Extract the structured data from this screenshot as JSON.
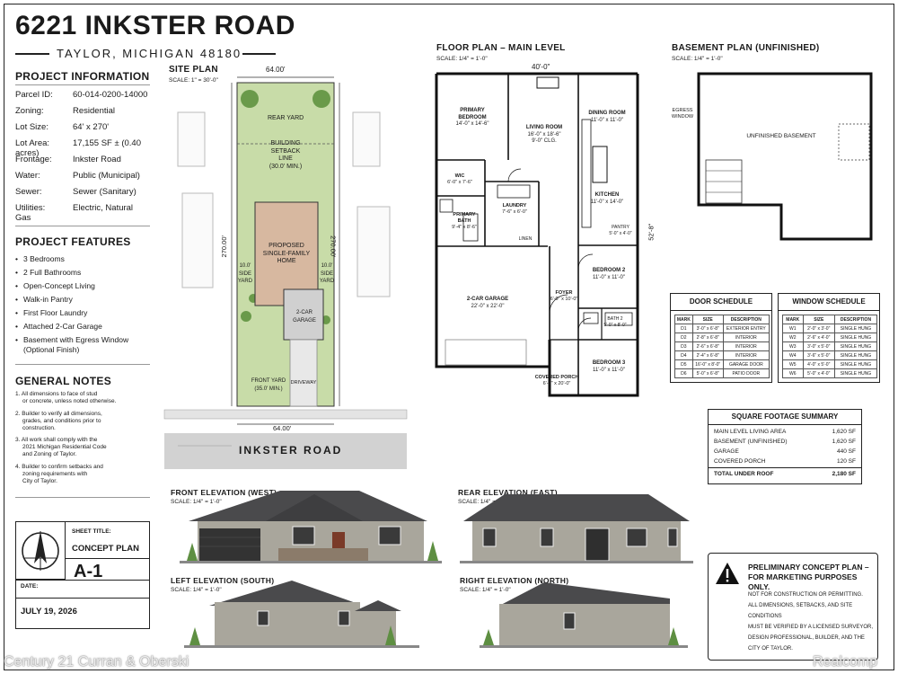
{
  "header": {
    "title": "6221 INKSTER ROAD",
    "subtitle": "TAYLOR, MICHIGAN 48180"
  },
  "project_info": {
    "heading": "PROJECT INFORMATION",
    "rows": [
      {
        "k": "Parcel ID:",
        "v": "60-014-0200-14000"
      },
      {
        "k": "Zoning:",
        "v": "Residential"
      },
      {
        "k": "Lot Size:",
        "v": "64' x 270'"
      },
      {
        "k": "Lot Area:",
        "v": "17,155 SF ± (0.40 acres)"
      },
      {
        "k": "Frontage:",
        "v": "Inkster Road"
      },
      {
        "k": "Water:",
        "v": "Public (Municipal)"
      },
      {
        "k": "Sewer:",
        "v": "Sewer (Sanitary)"
      },
      {
        "k": "Utilities:",
        "v": "Electric, Natural Gas"
      }
    ]
  },
  "project_features": {
    "heading": "PROJECT FEATURES",
    "items": [
      "3 Bedrooms",
      "2 Full Bathrooms",
      "Open-Concept Living",
      "Walk-in Pantry",
      "First Floor Laundry",
      "Attached 2-Car Garage",
      "Basement with Egress Window",
      "(Optional Finish)"
    ]
  },
  "general_notes": {
    "heading": "GENERAL NOTES",
    "items": [
      "1. All dimensions to face of stud",
      "   or concrete, unless noted otherwise.",
      "2. Builder to verify all dimensions,",
      "   grades, and conditions prior to",
      "   construction.",
      "3. All work shall comply with the",
      "   2021 Michigan Residential Code",
      "   and Zoning of Taylor.",
      "4. Builder to confirm setbacks and",
      "   zoning requirements with",
      "   City of Taylor."
    ]
  },
  "title_block": {
    "sheet_title_label": "SHEET TITLE:",
    "sheet_title": "CONCEPT PLAN",
    "sheet_no": "A-1",
    "date_label": "DATE:",
    "date": "JULY 19, 2026"
  },
  "site_plan": {
    "heading": "SITE PLAN",
    "scale": "SCALE: 1\" = 30'-0\"",
    "width_top": "64.00'",
    "width_bottom": "64.00'",
    "depth_left": "270.00'",
    "depth_right": "270.00'",
    "rear_yard": "REAR YARD",
    "setback_1": "BUILDING",
    "setback_2": "SETBACK LINE",
    "setback_3": "(30.0' MIN.)",
    "home_1": "PROPOSED",
    "home_2": "SINGLE-FAMILY HOME",
    "side_left_1": "10.0'",
    "side_left_2": "SIDE",
    "side_left_3": "YARD",
    "side_right_1": "10.0'",
    "side_right_2": "SIDE",
    "side_right_3": "YARD",
    "garage": "2-CAR GARAGE",
    "front_yard_1": "FRONT YARD",
    "front_yard_2": "(35.0' MIN.)",
    "driveway": "DRIVEWAY",
    "road": "INKSTER ROAD"
  },
  "floor_plan": {
    "heading": "FLOOR PLAN – MAIN LEVEL",
    "scale": "SCALE: 1/4\" = 1'-0\"",
    "width": "40'-0\"",
    "depth": "52'-8\"",
    "rooms": {
      "primary_bed_1": "PRIMARY",
      "primary_bed_2": "BEDROOM",
      "primary_bed_3": "14'-0\" x 14'-6\"",
      "living_1": "LIVING ROOM",
      "living_2": "16'-0\" x 18'-6\"",
      "living_3": "9'-0\" CLG.",
      "dining_1": "DINING ROOM",
      "dining_2": "11'-0\" x 11'-0\"",
      "wic_1": "WIC",
      "wic_2": "6'-0\" x 7'-6\"",
      "kitchen_1": "KITCHEN",
      "kitchen_2": "11'-0\" x 14'-0\"",
      "pbath_1": "PRIMARY",
      "pbath_2": "BATH",
      "pbath_3": "9'-4\" x 8'-6\"",
      "laundry_1": "LAUNDRY",
      "laundry_2": "7'-6\" x 6'-0\"",
      "pantry_1": "PANTRY",
      "pantry_2": "5'-0\" x 4'-0\"",
      "linen": "LINEN",
      "bed2_1": "BEDROOM 2",
      "bed2_2": "11'-0\" x 11'-0\"",
      "garage_1": "2-CAR GARAGE",
      "garage_2": "22'-0\" x 22'-0\"",
      "foyer_1": "FOYER",
      "foyer_2": "6'-0\" x 10'-0\"",
      "bath2_1": "BATH 2",
      "bath2_2": "5'-0\" x 8'-0\"",
      "bed3_1": "BEDROOM 3",
      "bed3_2": "11'-0\" x 11'-0\"",
      "porch_1": "COVERED PORCH",
      "porch_2": "6'-0\" x 20'-0\""
    }
  },
  "basement": {
    "heading": "BASEMENT PLAN (UNFINISHED)",
    "scale": "SCALE: 1/4\" = 1'-0\"",
    "egress_1": "EGRESS",
    "egress_2": "WINDOW",
    "label": "UNFINISHED BASEMENT"
  },
  "door_schedule": {
    "title": "DOOR SCHEDULE",
    "headers": [
      "MARK",
      "SIZE",
      "DESCRIPTION"
    ],
    "rows": [
      [
        "D1",
        "3'-0\" x 6'-8\"",
        "EXTERIOR ENTRY"
      ],
      [
        "D2",
        "2'-8\" x 6'-8\"",
        "INTERIOR"
      ],
      [
        "D3",
        "2'-6\" x 6'-8\"",
        "INTERIOR"
      ],
      [
        "D4",
        "2'-4\" x 6'-8\"",
        "INTERIOR"
      ],
      [
        "D5",
        "16'-0\" x 8'-0\"",
        "GARAGE DOOR"
      ],
      [
        "D6",
        "5'-0\" x 6'-8\"",
        "PATIO DOOR"
      ]
    ]
  },
  "window_schedule": {
    "title": "WINDOW SCHEDULE",
    "headers": [
      "MARK",
      "SIZE",
      "DESCRIPTION"
    ],
    "rows": [
      [
        "W1",
        "2'-0\" x 3'-0\"",
        "SINGLE HUNG"
      ],
      [
        "W2",
        "2'-6\" x 4'-0\"",
        "SINGLE HUNG"
      ],
      [
        "W3",
        "3'-0\" x 5'-0\"",
        "SINGLE HUNG"
      ],
      [
        "W4",
        "3'-6\" x 5'-0\"",
        "SINGLE HUNG"
      ],
      [
        "W5",
        "4'-0\" x 5'-0\"",
        "SINGLE HUNG"
      ],
      [
        "W6",
        "5'-0\" x 4'-0\"",
        "SINGLE HUNG"
      ]
    ]
  },
  "sqft": {
    "title": "SQUARE FOOTAGE SUMMARY",
    "rows": [
      {
        "k": "MAIN LEVEL LIVING AREA",
        "v": "1,620 SF"
      },
      {
        "k": "BASEMENT (UNFINISHED)",
        "v": "1,620 SF"
      },
      {
        "k": "GARAGE",
        "v": "440 SF"
      },
      {
        "k": "COVERED PORCH",
        "v": "120 SF"
      }
    ],
    "total_k": "TOTAL UNDER ROOF",
    "total_v": "2,180 SF"
  },
  "elevations": {
    "front": {
      "title": "FRONT ELEVATION (WEST)",
      "scale": "SCALE: 1/4\" = 1'-0\""
    },
    "rear": {
      "title": "REAR ELEVATION (EAST)",
      "scale": "SCALE: 1/4\" = 1'-0\""
    },
    "left": {
      "title": "LEFT ELEVATION (SOUTH)",
      "scale": "SCALE: 1/4\" = 1'-0\""
    },
    "right": {
      "title": "RIGHT ELEVATION (NORTH)",
      "scale": "SCALE: 1/4\" = 1'-0\""
    }
  },
  "disclaimer": {
    "line1": "PRELIMINARY CONCEPT PLAN –",
    "line2": "FOR MARKETING PURPOSES ONLY.",
    "line3": "NOT FOR CONSTRUCTION OR PERMITTING.",
    "line4": "ALL DIMENSIONS, SETBACKS, AND SITE CONDITIONS",
    "line5": "MUST BE VERIFIED BY A LICENSED SURVEYOR,",
    "line6": "DESIGN PROFESSIONAL, BUILDER, AND THE",
    "line7": "CITY OF TAYLOR."
  },
  "watermarks": {
    "left": "Century 21 Curran & Oberski",
    "right": "Realcomp"
  },
  "colors": {
    "lawn": "#c8dca8",
    "ink": "#1a1a1a",
    "siding": "#a9a69c",
    "roof": "#4a4a4c"
  }
}
